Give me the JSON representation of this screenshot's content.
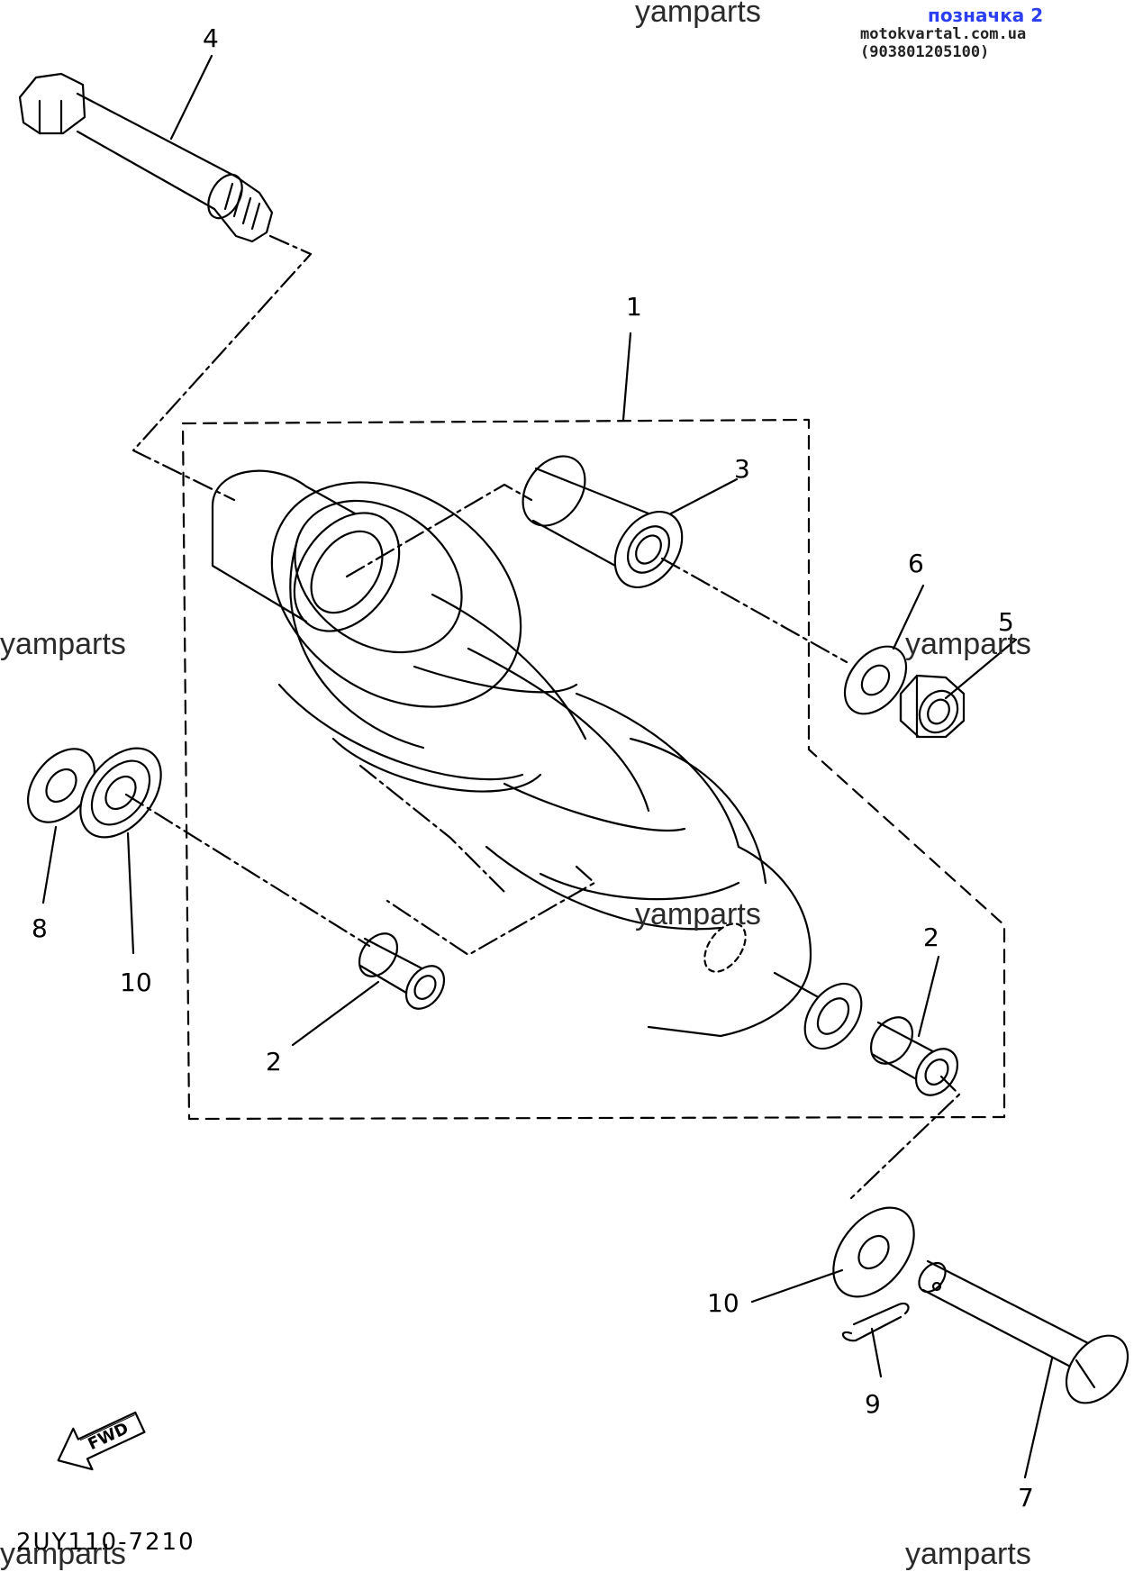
{
  "header": {
    "variant_label": "позначка 2",
    "site_ref": "motokvartal.com.ua (903801205100)"
  },
  "watermark": "yamparts",
  "diagram_code": "2UY110-7210",
  "fwd_label": "FWD",
  "callouts": [
    {
      "id": "c4",
      "label": "4"
    },
    {
      "id": "c1",
      "label": "1"
    },
    {
      "id": "c3",
      "label": "3"
    },
    {
      "id": "c6",
      "label": "6"
    },
    {
      "id": "c5",
      "label": "5"
    },
    {
      "id": "c8",
      "label": "8"
    },
    {
      "id": "c10a",
      "label": "10"
    },
    {
      "id": "c2a",
      "label": "2"
    },
    {
      "id": "c2b",
      "label": "2"
    },
    {
      "id": "c10b",
      "label": "10"
    },
    {
      "id": "c9",
      "label": "9"
    },
    {
      "id": "c7",
      "label": "7"
    }
  ]
}
